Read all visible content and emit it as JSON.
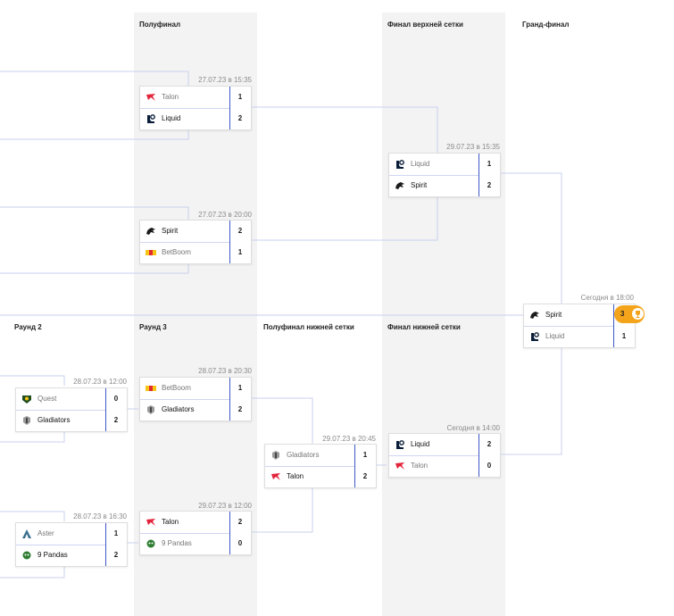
{
  "columns": {
    "upper_semifinal": "Полуфинал",
    "upper_final": "Финал верхней сетки",
    "grand_final": "Гранд-финал",
    "round2": "Раунд 2",
    "round3": "Раунд 3",
    "lower_semifinal": "Полуфинал нижней сетки",
    "lower_final": "Финал нижней сетки"
  },
  "matches": {
    "ub_semi1": {
      "time": "27.07.23 в 15:35",
      "teams": [
        {
          "name": "Talon",
          "score": "1",
          "logo": "talon-logo-icon"
        },
        {
          "name": "Liquid",
          "score": "2",
          "logo": "liquid-logo-icon"
        }
      ]
    },
    "ub_semi2": {
      "time": "27.07.23 в 20:00",
      "teams": [
        {
          "name": "Spirit",
          "score": "2",
          "logo": "spirit-logo-icon"
        },
        {
          "name": "BetBoom",
          "score": "1",
          "logo": "betboom-logo-icon"
        }
      ]
    },
    "ub_final": {
      "time": "29.07.23 в 15:35",
      "teams": [
        {
          "name": "Liquid",
          "score": "1",
          "logo": "liquid-logo-icon"
        },
        {
          "name": "Spirit",
          "score": "2",
          "logo": "spirit-logo-icon"
        }
      ]
    },
    "grand_final": {
      "time": "Сегодня в 18:00",
      "teams": [
        {
          "name": "Spirit",
          "score": "3",
          "logo": "spirit-logo-icon"
        },
        {
          "name": "Liquid",
          "score": "1",
          "logo": "liquid-logo-icon"
        }
      ]
    },
    "lb_r2_1": {
      "time": "28.07.23 в 12:00",
      "teams": [
        {
          "name": "Quest",
          "score": "0",
          "logo": "quest-logo-icon"
        },
        {
          "name": "Gladiators",
          "score": "2",
          "logo": "gladiators-logo-icon"
        }
      ]
    },
    "lb_r2_2": {
      "time": "28.07.23 в 16:30",
      "teams": [
        {
          "name": "Aster",
          "score": "1",
          "logo": "aster-logo-icon"
        },
        {
          "name": "9 Pandas",
          "score": "2",
          "logo": "pandas-logo-icon"
        }
      ]
    },
    "lb_r3_1": {
      "time": "28.07.23 в 20:30",
      "teams": [
        {
          "name": "BetBoom",
          "score": "1",
          "logo": "betboom-logo-icon"
        },
        {
          "name": "Gladiators",
          "score": "2",
          "logo": "gladiators-logo-icon"
        }
      ]
    },
    "lb_r3_2": {
      "time": "29.07.23 в 12:00",
      "teams": [
        {
          "name": "Talon",
          "score": "2",
          "logo": "talon-logo-icon"
        },
        {
          "name": "9 Pandas",
          "score": "0",
          "logo": "pandas-logo-icon"
        }
      ]
    },
    "lb_semi": {
      "time": "29.07.23 в 20:45",
      "teams": [
        {
          "name": "Gladiators",
          "score": "1",
          "logo": "gladiators-logo-icon"
        },
        {
          "name": "Talon",
          "score": "2",
          "logo": "talon-logo-icon"
        }
      ]
    },
    "lb_final": {
      "time": "Сегодня в 14:00",
      "teams": [
        {
          "name": "Liquid",
          "score": "2",
          "logo": "liquid-logo-icon"
        },
        {
          "name": "Talon",
          "score": "0",
          "logo": "talon-logo-icon"
        }
      ]
    }
  },
  "colors": {
    "accent_line": "#cfd6f0",
    "divider": "#3e57c5",
    "trophy": "#f3a41b",
    "column_bg": "#f3f3f3"
  }
}
